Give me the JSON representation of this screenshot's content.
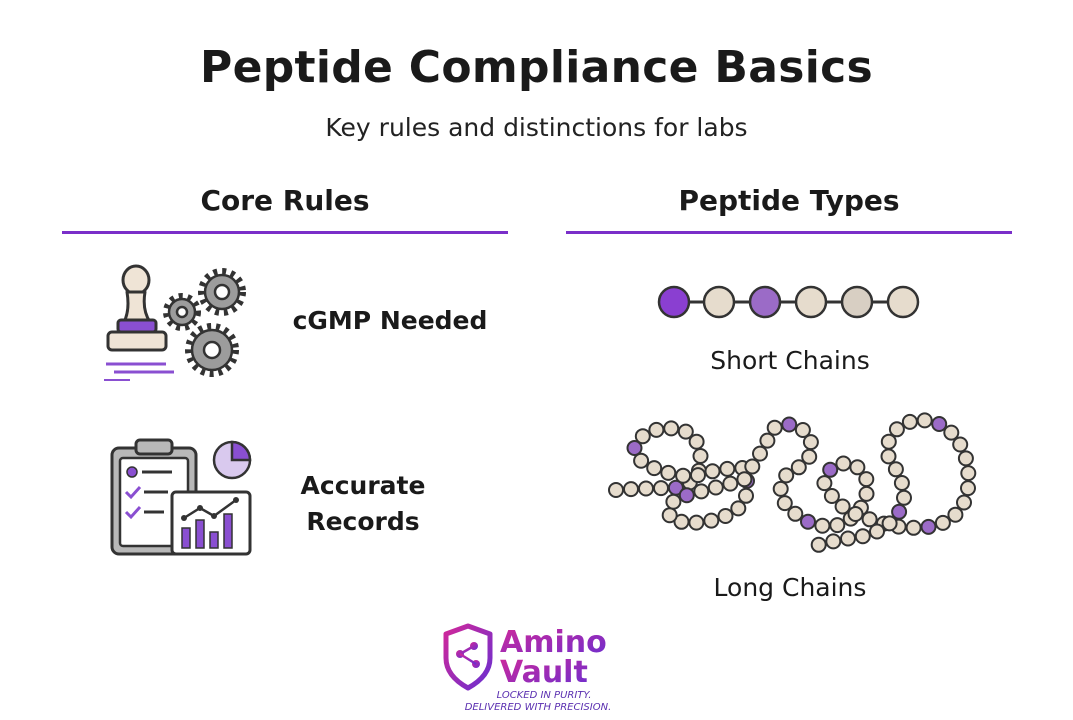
{
  "header": {
    "title": "Peptide Compliance Basics",
    "subtitle": "Key rules and distinctions for labs"
  },
  "columns": {
    "left_heading": "Core Rules",
    "right_heading": "Peptide Types"
  },
  "core_rules": {
    "items": [
      {
        "label": "cGMP Needed",
        "icon": "stamp-gears-icon"
      },
      {
        "label_line1": "Accurate",
        "label_line2": "Records",
        "icon": "clipboard-report-icon"
      }
    ]
  },
  "peptide_types": {
    "items": [
      {
        "label": "Short Chains",
        "icon": "short-chain-icon"
      },
      {
        "label": "Long Chains",
        "icon": "long-chain-icon"
      }
    ]
  },
  "brand": {
    "name_line1": "Amino",
    "name_line2": "Vault",
    "tagline_line1": "LOCKED IN PURITY.",
    "tagline_line2": "DELIVERED WITH PRECISION.",
    "colors": {
      "purple": "#7a2fc9",
      "magenta": "#d0289a",
      "bead": "#e6dccd",
      "bead_purple": "#9b6bc7"
    }
  }
}
